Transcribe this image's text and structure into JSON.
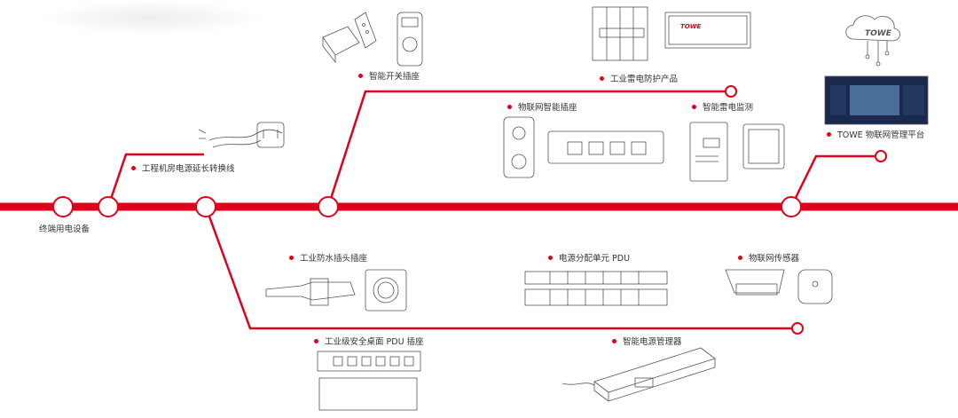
{
  "colors": {
    "line": "#e1001b",
    "sketch": "#555555",
    "accent": "#e1001b"
  },
  "start_label": "终端用电设备",
  "products": {
    "power_cable": "工程机房电源延长转换线",
    "smart_socket": "智能开关插座",
    "surge_protection": "工业雷电防护产品",
    "iot_socket": "物联网智能插座",
    "smart_lightning": "智能雷电监测",
    "towe_platform": "TOWE 物联网管理平台",
    "waterproof_plug": "工业防水插头插座",
    "pdu_unit": "电源分配单元 PDU",
    "iot_sensor": "物联网传感器",
    "desktop_pdu": "工业级安全桌面 PDU 插座",
    "power_manager": "智能电源管理器"
  },
  "brand_logo": "TOWE"
}
